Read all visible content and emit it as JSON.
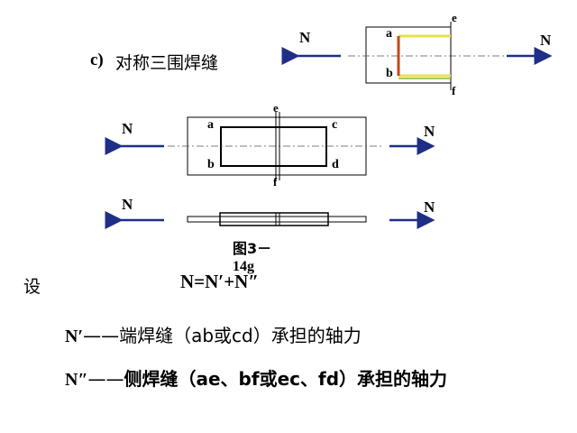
{
  "heading": {
    "prefix": "c)",
    "title": "对称三围焊缝"
  },
  "labels": {
    "force": "N",
    "a": "a",
    "b": "b",
    "c": "c",
    "d": "d",
    "e": "e",
    "f": "f"
  },
  "caption": {
    "line1": "图3－",
    "line2": "14g"
  },
  "equation": {
    "let": "设",
    "formula": "N=N′+N″"
  },
  "definitions": [
    {
      "symbol": "N′",
      "dash": "——",
      "text": "端焊缝（ab或cd）承担的轴力"
    },
    {
      "symbol": "N″",
      "dash": "——",
      "text": "侧焊缝（ae、bf或ec、fd）承担的轴力"
    }
  ],
  "colors": {
    "arrow": "#1f2f86",
    "weld_yellow": "#e8e04a",
    "weld_red": "#c24a1f",
    "weld_green": "#8ab83c",
    "outline": "#000000",
    "centerline": "#555555"
  }
}
